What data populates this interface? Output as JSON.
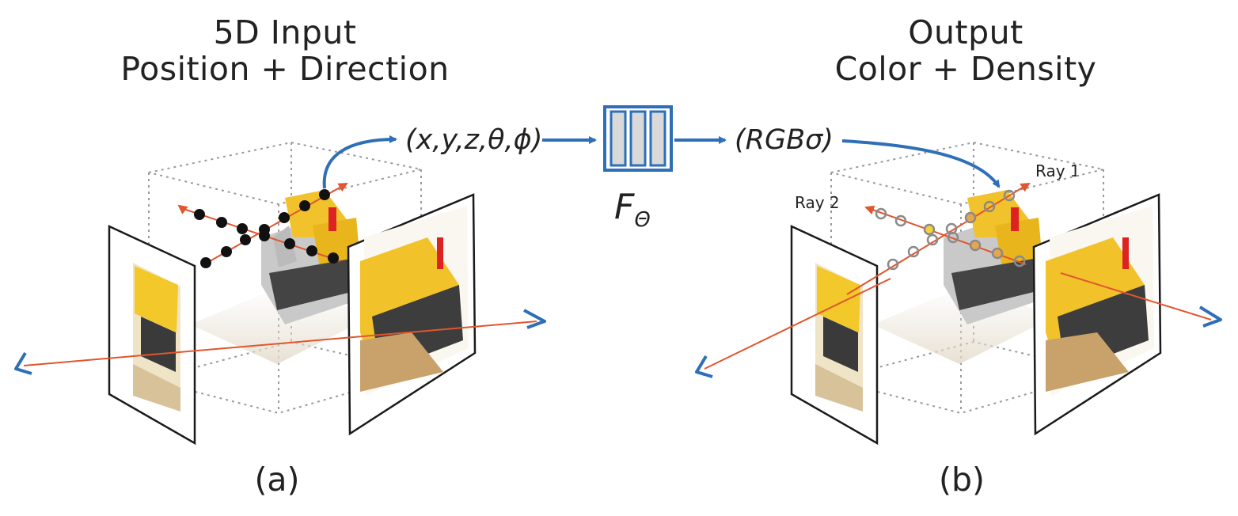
{
  "panel_a": {
    "title_line1": "5D Input",
    "title_line2": "Position + Direction",
    "input_label": "(x,y,z,θ,ϕ)",
    "caption": "(a)"
  },
  "network": {
    "label_main": "F",
    "label_sub": "Θ"
  },
  "panel_b": {
    "title_line1": "Output",
    "title_line2": "Color + Density",
    "output_label": "(RGBσ)",
    "ray1_label": "Ray 1",
    "ray2_label": "Ray 2",
    "caption": "(b)"
  },
  "colors": {
    "ray": "#e0562e",
    "arrow_blue": "#2e6fb7",
    "network_fill": "#d9d9d9",
    "network_stroke": "#2e6fb7",
    "sample_dot": "#111111",
    "sample_ring": "#8a8a8a",
    "sample_yellow": "#f4d23a",
    "sample_orange": "#e8a64a"
  }
}
